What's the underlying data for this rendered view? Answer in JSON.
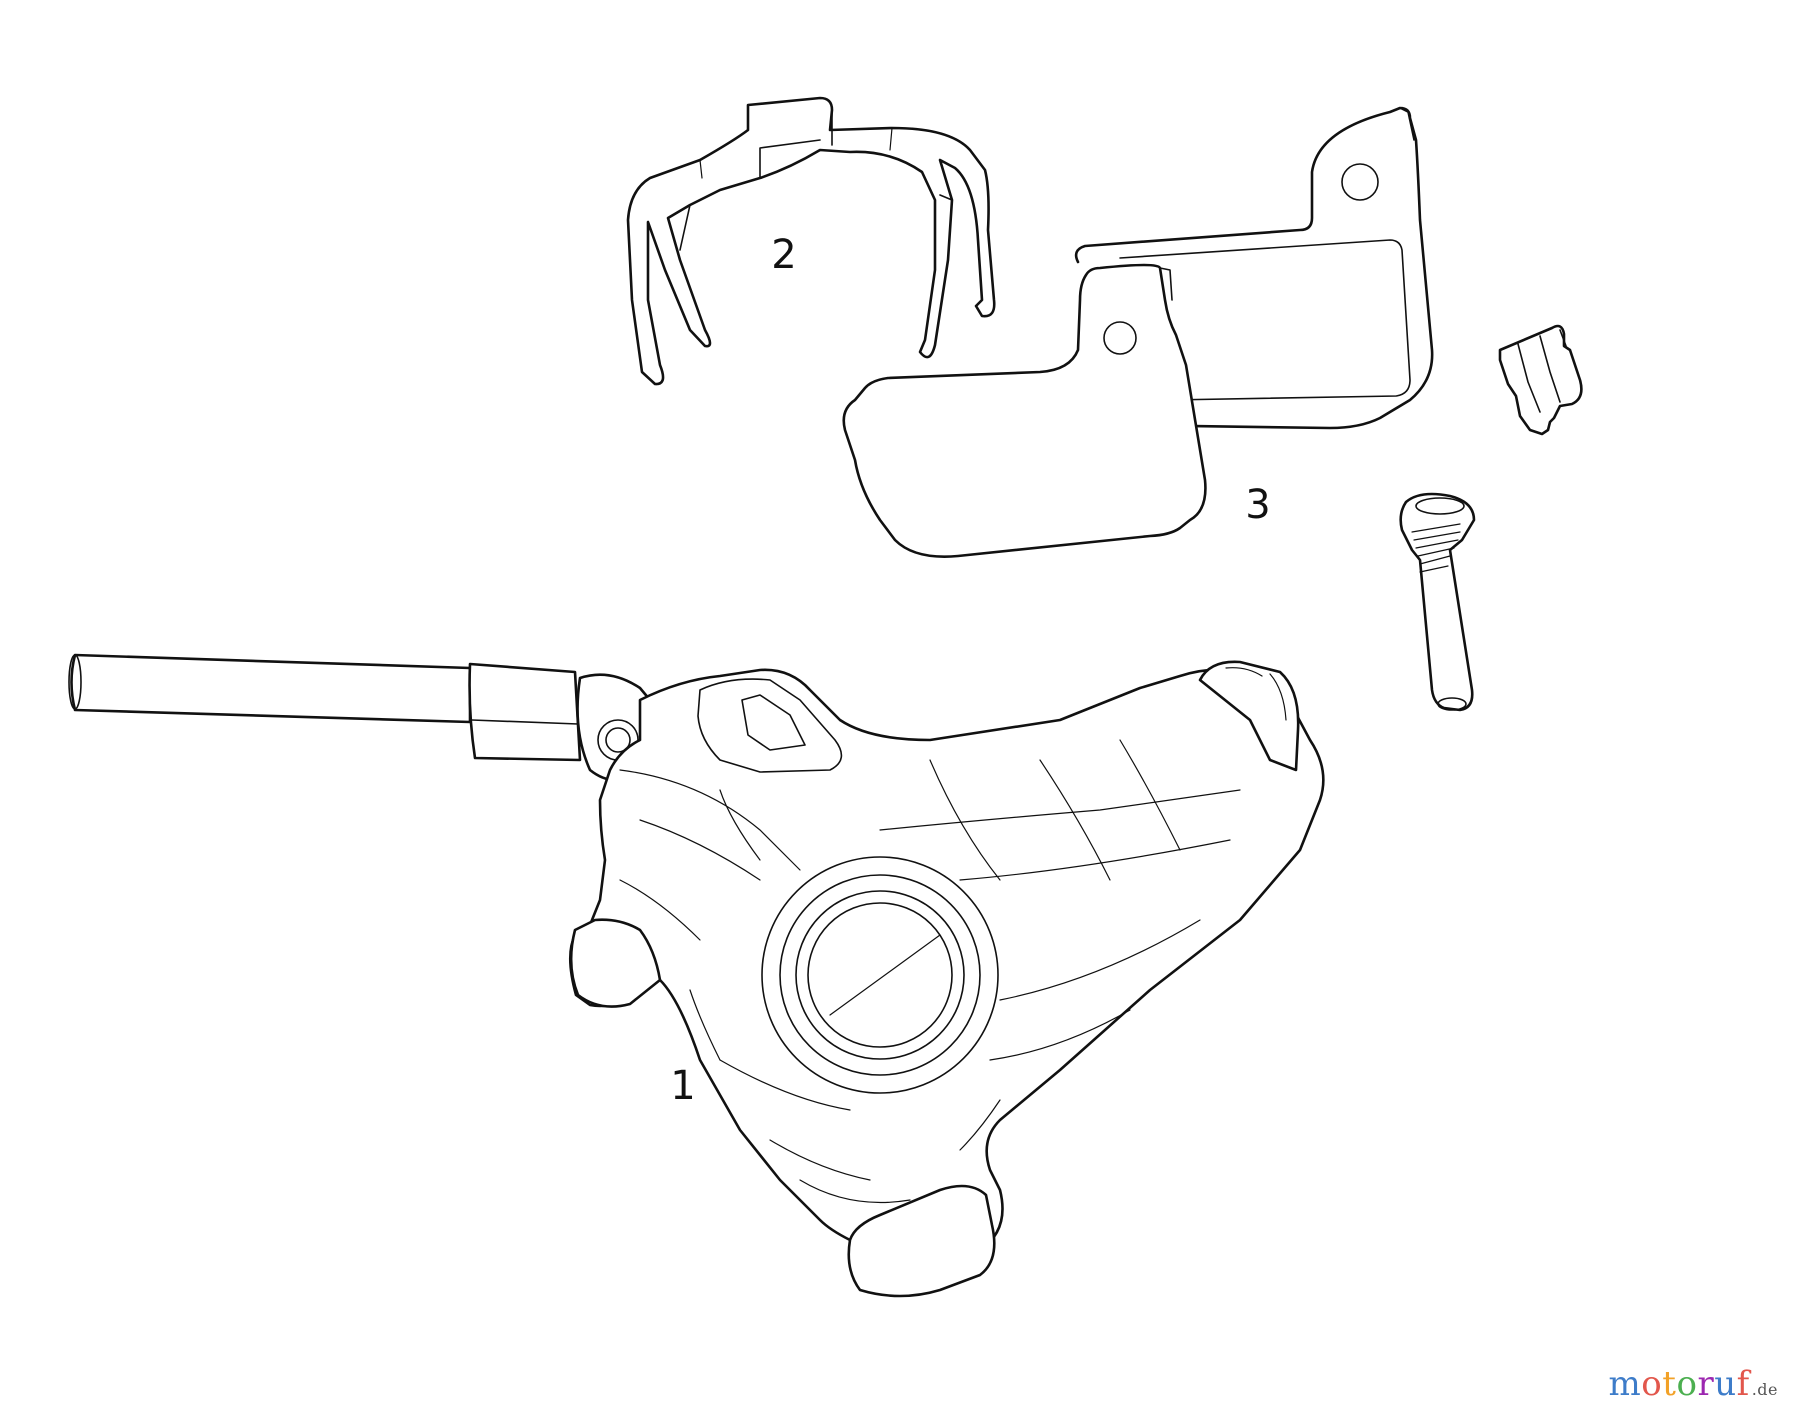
{
  "diagram": {
    "callouts": [
      {
        "id": "caliper",
        "label": "1"
      },
      {
        "id": "pad-spring",
        "label": "2"
      },
      {
        "id": "brake-pads",
        "label": "3"
      }
    ],
    "parts": [
      {
        "name": "brake-caliper-with-hose",
        "callout": "1"
      },
      {
        "name": "pad-spreader-spring",
        "callout": "2"
      },
      {
        "name": "brake-pad-pair",
        "callout": "3"
      },
      {
        "name": "pad-retaining-clip",
        "callout": ""
      },
      {
        "name": "pad-retaining-pin-bolt",
        "callout": ""
      }
    ],
    "stroke_color": "#111111",
    "background_color": "#ffffff"
  },
  "watermark": {
    "text": "motoruf",
    "tld": ".de",
    "letter_colors": [
      "#3d7cc9",
      "#e2574c",
      "#f2a127",
      "#4caf50",
      "#9c27b0",
      "#3d7cc9",
      "#e2574c"
    ]
  }
}
